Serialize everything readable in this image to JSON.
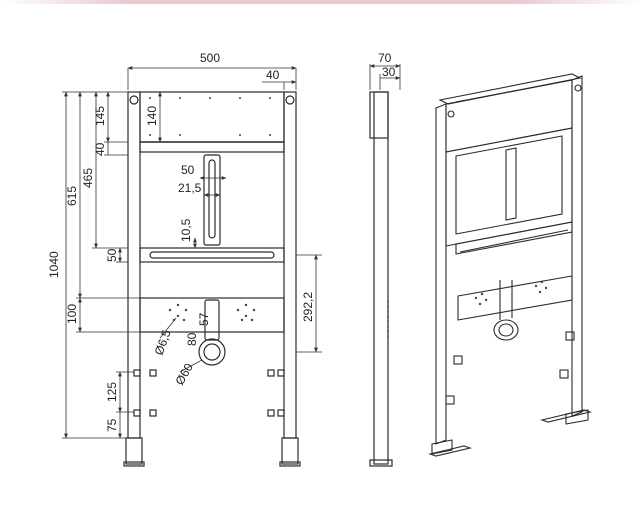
{
  "colors": {
    "line": "#2b2b2b",
    "dim": "#333333",
    "thin": "#555555",
    "fill_frame": "#ffffff",
    "top_accent": "#e8c9cc"
  },
  "front_view": {
    "dims": {
      "width_total": "500",
      "width_post": "40",
      "h_top_plate": "140",
      "h_145": "145",
      "h_40": "40",
      "h_465": "465",
      "h_615": "615",
      "h_1040": "1040",
      "h_50_left": "50",
      "h_100": "100",
      "h_125": "125",
      "h_75": "75",
      "slot_50": "50",
      "slot_21_5": "21,5",
      "slot_10_5": "10,5",
      "h_292_2": "292,2",
      "dia_6_5": "Ø6,5",
      "d_80": "80",
      "d_57": "57",
      "dia_60": "Ø60"
    }
  },
  "side_view": {
    "dims": {
      "depth_70": "70",
      "depth_30": "30"
    }
  }
}
